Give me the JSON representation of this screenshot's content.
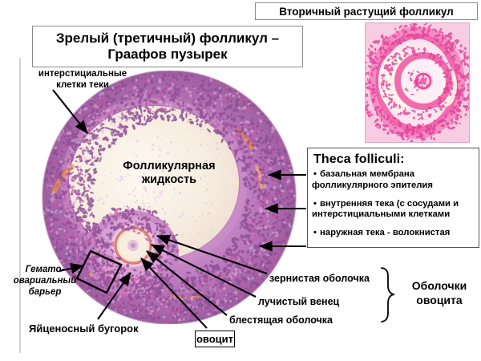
{
  "slide": {
    "background_color": "#ffffff",
    "main_title": "Зрелый (третичный) фолликул – Граафов пузырек",
    "main_title_line1": "Зрелый (третичный) фолликул –",
    "main_title_line2": "Граафов пузырек",
    "secondary_title": "Вторичный растущий фолликул"
  },
  "theca_box": {
    "heading": "Theca folliculi:",
    "items": [
      {
        "bullet": "•",
        "line1": "базальная мембрана",
        "line2": "фолликулярного эпителия"
      },
      {
        "bullet": "•",
        "line1": "внутренняя тека (с сосудами и",
        "line2": "интерстициальными клетками"
      },
      {
        "bullet": "•",
        "line1": "наружная тека - волокнистая",
        "line2": ""
      }
    ]
  },
  "labels": {
    "interstitial_cells": "интерстициальные клетки теки",
    "interstitial_cells_line1": "интерстициальные",
    "interstitial_cells_line2": "клетки теки",
    "follicular_fluid_line1": "Фолликулярная",
    "follicular_fluid_line2": "жидкость",
    "barrier_line1": "Гемато-",
    "barrier_line2": "овариальный",
    "barrier_line3": "барьер",
    "cumulus_oophorus": "Яйценосный бугорок",
    "granulosa": "зернистая оболочка",
    "corona_radiata": "лучистый венец",
    "zona_pellucida": "блестящая оболочка",
    "oocyte_shells_line1": "Оболочки",
    "oocyte_shells_line2": "овоцита",
    "oocyte_boxed": "овоцит"
  },
  "images": {
    "main_micrograph": "mature-graafian-follicle-histology",
    "inset_micrograph": "secondary-growing-follicle-histology"
  },
  "colors": {
    "tissue_purple": "#b07ab4",
    "tissue_magenta": "#d36fb0",
    "antrum_cream": "#f7efe4",
    "vessel_orange": "#e8913f",
    "inset_pink": "#e8399c",
    "box_border": "#8a8a8a",
    "text": "#000000"
  }
}
